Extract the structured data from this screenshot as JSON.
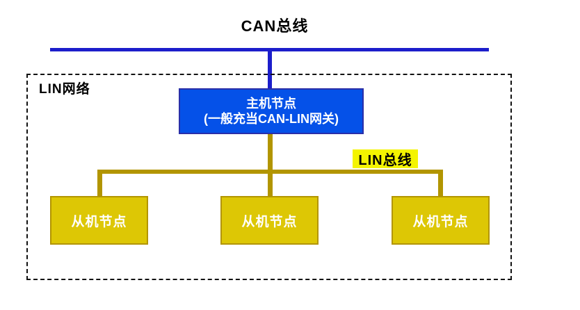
{
  "diagram": {
    "title": "CAN总线",
    "lin_network_label": "LIN网络",
    "lin_bus_label": "LIN总线",
    "master_node": {
      "line1": "主机节点",
      "line2": "(一般充当CAN-LIN网关)"
    },
    "slave_nodes": [
      {
        "label": "从机节点"
      },
      {
        "label": "从机节点"
      },
      {
        "label": "从机节点"
      }
    ],
    "colors": {
      "can_bus_line": "#1c1ecb",
      "master_fill": "#0551e8",
      "master_border": "#2a2fa8",
      "lin_bus_line": "#b29500",
      "slave_fill": "#ddc705",
      "slave_border": "#b29500",
      "lin_label_highlight": "#f4f400",
      "frame_dash": "#111111"
    }
  }
}
